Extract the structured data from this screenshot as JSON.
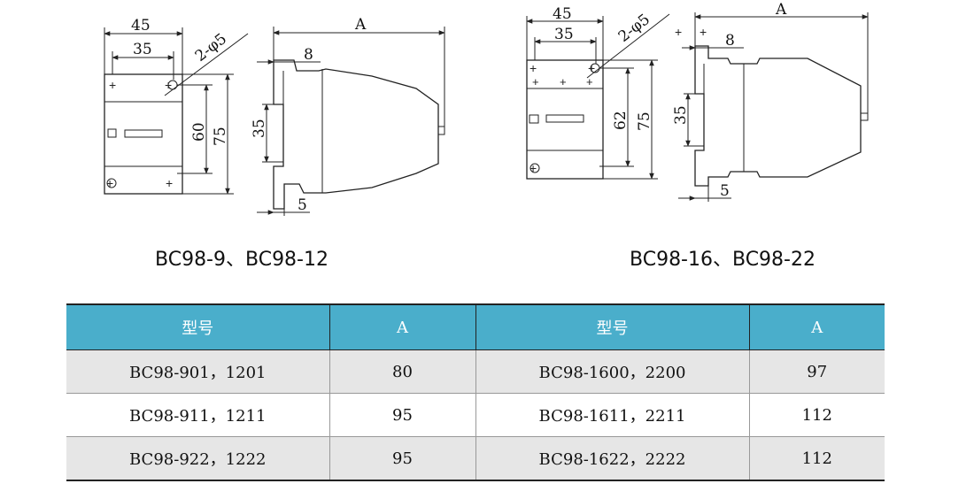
{
  "diagrams": {
    "left": {
      "dims": {
        "w45": "45",
        "w35": "35",
        "holes": "2-φ5",
        "h60": "60",
        "h75": "75",
        "a": "A",
        "d8": "8",
        "d35": "35",
        "d5": "5"
      },
      "caption": "BC98-9、BC98-12"
    },
    "right": {
      "dims": {
        "w45": "45",
        "w35": "35",
        "holes": "2-φ5",
        "h62": "62",
        "h75": "75",
        "a": "A",
        "d8": "8",
        "d35": "35",
        "d5": "5"
      },
      "caption": "BC98-16、BC98-22"
    }
  },
  "table": {
    "headers": [
      "型号",
      "A",
      "型号",
      "A"
    ],
    "rows": [
      [
        "BC98-901，1201",
        "80",
        "BC98-1600，2200",
        "97"
      ],
      [
        "BC98-911，1211",
        "95",
        "BC98-1611，2211",
        "112"
      ],
      [
        "BC98-922，1222",
        "95",
        "BC98-1622，2222",
        "112"
      ]
    ]
  }
}
